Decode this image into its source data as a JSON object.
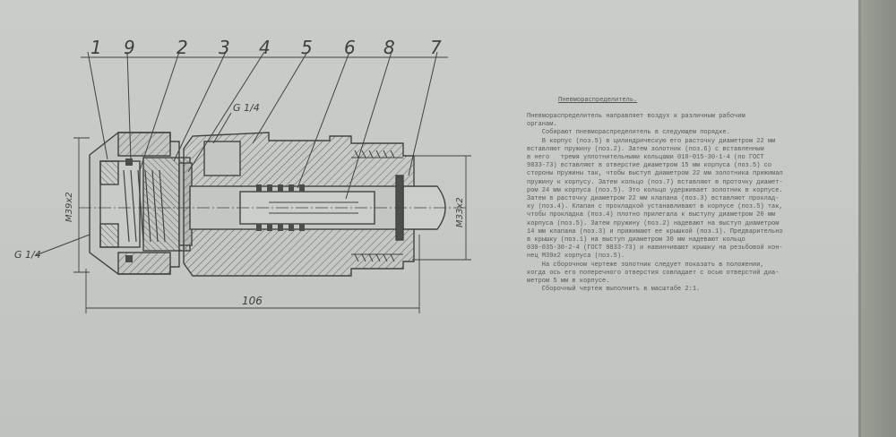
{
  "drawing": {
    "callouts": [
      "1",
      "9",
      "2",
      "3",
      "4",
      "5",
      "6",
      "8",
      "7"
    ],
    "thread_top": "G 1/4",
    "thread_left": "G 1/4",
    "dim_length": "106",
    "dim_left_dia": "M39х2",
    "dim_right_dia": "M33х2"
  },
  "note": {
    "title": "Пневмораспределитель.",
    "lines": [
      "Пневмораспределитель направляет воздух к различным рабочим",
      "органам.",
      "    Собирают пневмораспределитель в следующем порядке.",
      "    В корпус (поз.5) в цилиндрическую его расточку диаметром 22 мм",
      "вставляют пружину (поз.2). Затем золотник (поз.6) с вставленным",
      "в него   тремя уплотнительными кольцами 010-015-30-1-4 (по ГОСТ",
      "9833-73) вставляют в отверстие диаметром 15 мм корпуса (поз.5) со",
      "стороны пружины так, чтобы выступ диаметром 22 мм золотника прижимал",
      "пружину к корпусу. Затем кольцо (поз.7) вставляют в проточку диамет-",
      "ром 24 мм корпуса (поз.5). Это кольцо удерживает золотник в корпусе.",
      "Затем в расточку диаметром 22 мм клапана (поз.3) вставляют проклад-",
      "ку (поз.4). Клапан с прокладкой устанавливают в корпусе (поз.5) так,",
      "чтобы прокладка (поз.4) плотно прилегала к выступу диаметром 20 мм",
      "корпуса (поз.5). Затем пружину (поз.2) надевают на выступ диаметром",
      "14 мм клапана (поз.3) и прижимают ее крышкой (поз.1). Предварительно",
      "в крышку (поз.1) на выступ диаметром 30 мм надевают кольцо",
      "030-035-30-2-4 (ГОСТ 9833-73) и навинчивают крышку на резьбовой кон-",
      "нец М39х2 корпуса (поз.5).",
      "    На сборочном чертеже золотник следует показать в положении,",
      "когда ось его поперечного отверстия совпадает с осью отверстий диа-",
      "метром 5 мм в корпусе.",
      "    Сборочный чертеж выполнить в масштабе 2:1."
    ]
  }
}
